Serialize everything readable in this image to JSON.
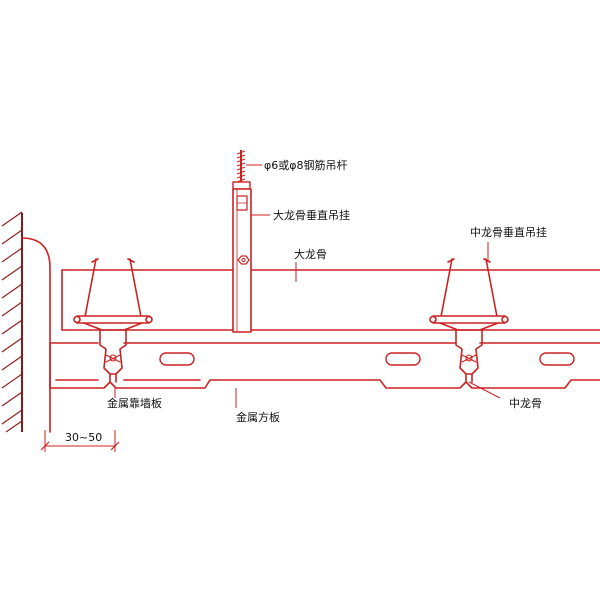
{
  "colors": {
    "line": "#cc2222",
    "wall_hatch": "#8a1a1a",
    "text": "#111111",
    "background": "#ffffff"
  },
  "labels": {
    "rod": "φ6或φ8钢筋吊杆",
    "main_hanger": "大龙骨垂直吊挂",
    "main_keel": "大龙骨",
    "mid_hanger": "中龙骨垂直吊挂",
    "wall_board": "金属靠墙板",
    "square_panel": "金属方板",
    "mid_keel": "中龙骨",
    "gap_dimension": "30~50"
  }
}
